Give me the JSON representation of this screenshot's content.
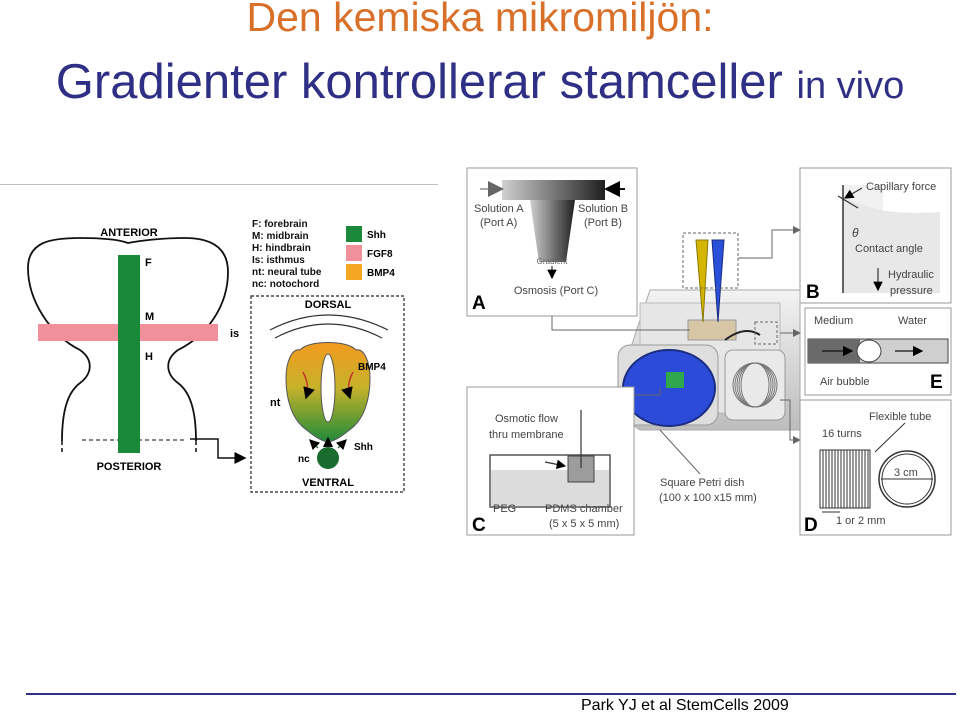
{
  "title": {
    "line1": "Den kemiska mikromiljön:",
    "line2_main": "Gradienter kontrollerar stamceller",
    "line2_small": "in vivo"
  },
  "citation": "Park YJ et al StemCells 2009",
  "brain_diagram": {
    "anterior": "ANTERIOR",
    "posterior": "POSTERIOR",
    "f": "F",
    "m": "M",
    "h": "H",
    "is": "is",
    "key": [
      "F: forebrain",
      "M: midbrain",
      "H: hindbrain",
      "Is: isthmus",
      "nt: neural tube",
      "nc: notochord"
    ],
    "legend": [
      {
        "label": "Shh",
        "color": "#1a8a3a"
      },
      {
        "label": "FGF8",
        "color": "#f0909a"
      },
      {
        "label": "BMP4",
        "color": "#f5a623"
      }
    ],
    "dorsal": "DORSAL",
    "ventral": "VENTRAL",
    "bmp4": "BMP4",
    "shh": "Shh",
    "nt": "nt",
    "nc": "nc"
  },
  "device_diagram": {
    "panel_a": {
      "letter": "A",
      "solution_a": "Solution A",
      "port_a": "(Port A)",
      "solution_b": "Solution B",
      "port_b": "(Port B)",
      "gradient": "Gradient",
      "osmosis": "Osmosis (Port C)"
    },
    "panel_b": {
      "letter": "B",
      "capillary": "Capillary force",
      "theta": "θ",
      "contact": "Contact angle",
      "hydraulic": "Hydraulic",
      "pressure": "pressure"
    },
    "panel_e": {
      "letter": "E",
      "medium": "Medium",
      "water": "Water",
      "air": "Air bubble"
    },
    "panel_c": {
      "letter": "C",
      "osmotic": "Osmotic flow",
      "thru": "thru membrane",
      "peg": "PEG",
      "pdms": "PDMS chamber",
      "pdms_size": "(5 x 5 x 5 mm)"
    },
    "panel_d": {
      "letter": "D",
      "flexible": "Flexible tube",
      "turns": "16 turns",
      "diam": "3 cm",
      "size": "1 or 2 mm"
    },
    "petri": "Square Petri dish",
    "petri_size": "(100 x 100 x15 mm)"
  }
}
